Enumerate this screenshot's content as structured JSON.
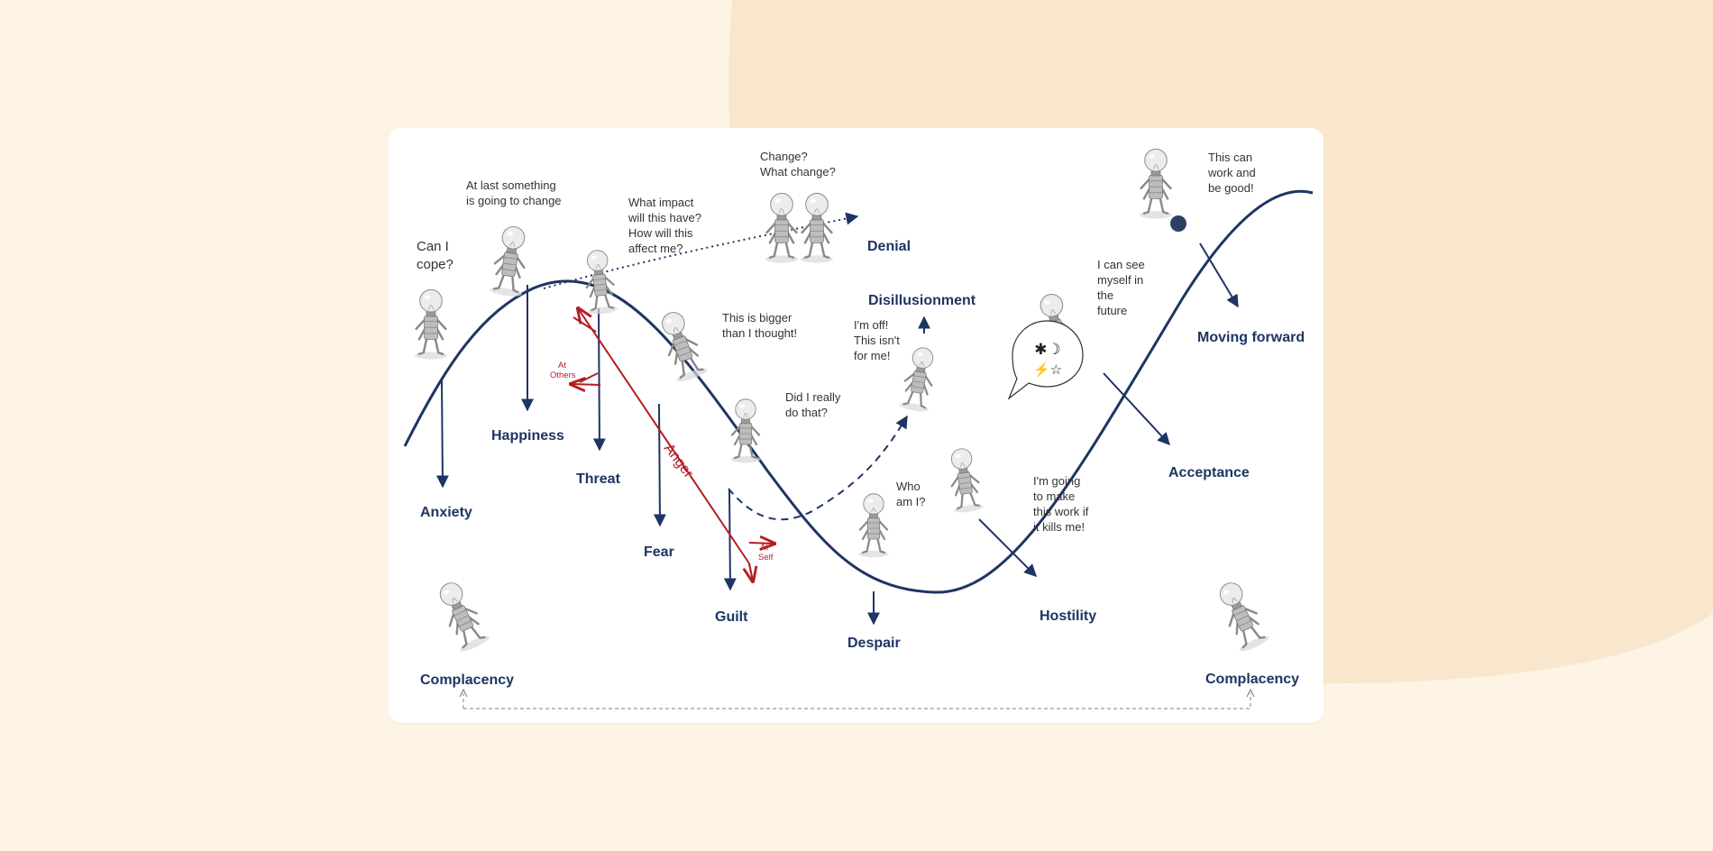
{
  "stages": {
    "anxiety": "Anxiety",
    "happiness": "Happiness",
    "threat": "Threat",
    "fear": "Fear",
    "guilt": "Guilt",
    "despair": "Despair",
    "hostility": "Hostility",
    "acceptance": "Acceptance",
    "moving_forward": "Moving forward",
    "denial": "Denial",
    "disillusionment": "Disillusionment",
    "complacency_left": "Complacency",
    "complacency_right": "Complacency",
    "anger": "Anger",
    "at_others": [
      "At",
      "Others"
    ],
    "at_self": [
      "At",
      "Self"
    ]
  },
  "quotes": {
    "can_i_cope": [
      "Can I",
      "cope?"
    ],
    "at_last": [
      "At last something",
      "is going to change"
    ],
    "what_impact": [
      "What impact",
      "will this have?",
      "How will this",
      "affect me?"
    ],
    "change": [
      "Change?",
      "What change?"
    ],
    "bigger": [
      "This is bigger",
      "than I thought!"
    ],
    "did_i": [
      "Did I really",
      "do that?"
    ],
    "im_off": [
      "I'm off!",
      "This isn't",
      "for me!"
    ],
    "who_am_i": [
      "Who",
      "am I?"
    ],
    "going_to_make": [
      "I'm going",
      "to make",
      "this work if",
      "it kills me!"
    ],
    "i_can_see": [
      "I can see",
      "myself in",
      "the",
      "future"
    ],
    "this_can": [
      "This can",
      "work and",
      "be good!"
    ],
    "speech_symbols": [
      "✱☽",
      "⚡☆"
    ]
  },
  "colors": {
    "navy": "#1e3563",
    "red": "#b51c24",
    "background": "#fdf4e6",
    "blob": "#f8e7cc",
    "card": "#ffffff"
  },
  "icons": [
    "lightbulb-robot-icon"
  ]
}
